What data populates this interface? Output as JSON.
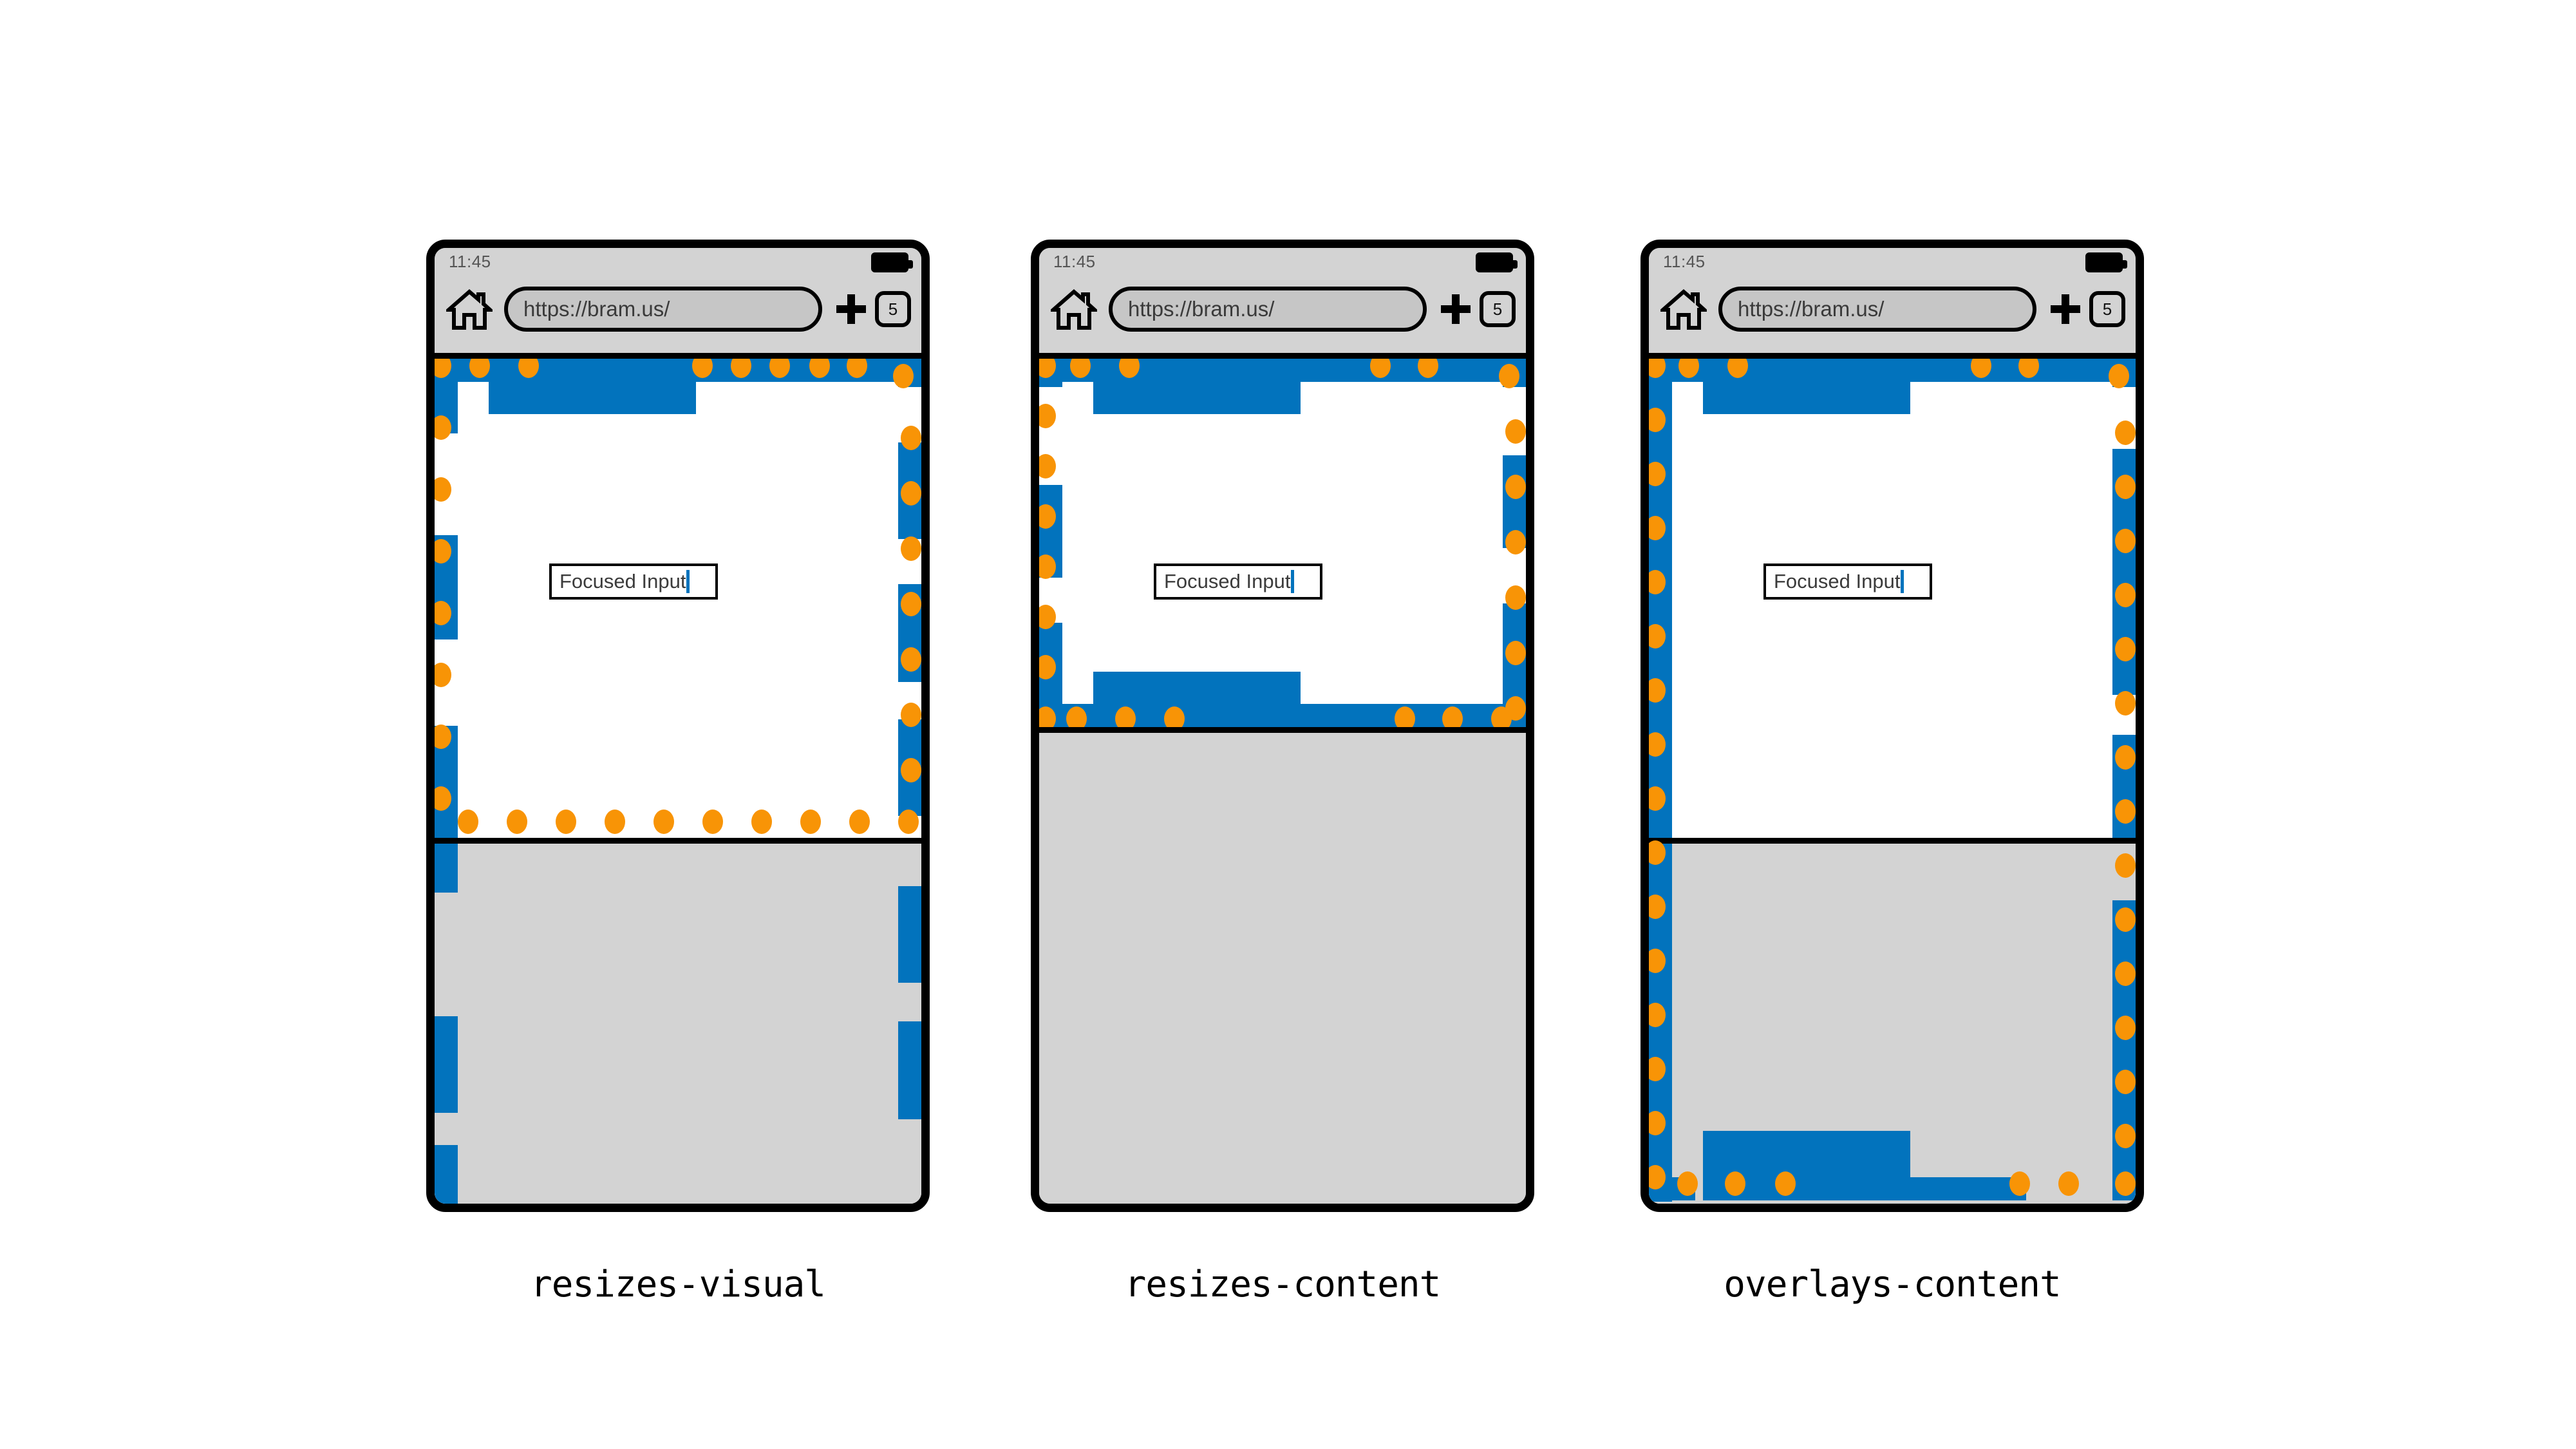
{
  "diagram": {
    "title_present": false,
    "colors": {
      "accent_blue": "#0273bd",
      "dot_orange": "#f89406",
      "chrome_gray": "#d3d3d3",
      "keyboard_gray": "#d3d3d3",
      "frame_black": "#000000",
      "page_white": "#ffffff"
    }
  },
  "browser": {
    "status_time": "11:45",
    "url": "https://bram.us/",
    "tab_count": "5",
    "home_icon": "home-icon",
    "plus_icon": "plus-icon",
    "battery_icon": "battery-icon"
  },
  "input": {
    "value": "Focused Input",
    "caret": "|"
  },
  "panels": [
    {
      "id": "resizes-visual",
      "caption": "resizes-visual",
      "keyboard_visible": true,
      "content_extends_behind_keyboard": true,
      "separator_line": true
    },
    {
      "id": "resizes-content",
      "caption": "resizes-content",
      "keyboard_visible": true,
      "content_extends_behind_keyboard": false,
      "separator_line": true
    },
    {
      "id": "overlays-content",
      "caption": "overlays-content",
      "keyboard_visible": true,
      "content_extends_behind_keyboard": true,
      "separator_line": true
    }
  ],
  "captions": {
    "p1": "resizes-visual",
    "p2": "resizes-content",
    "p3": "overlays-content"
  }
}
